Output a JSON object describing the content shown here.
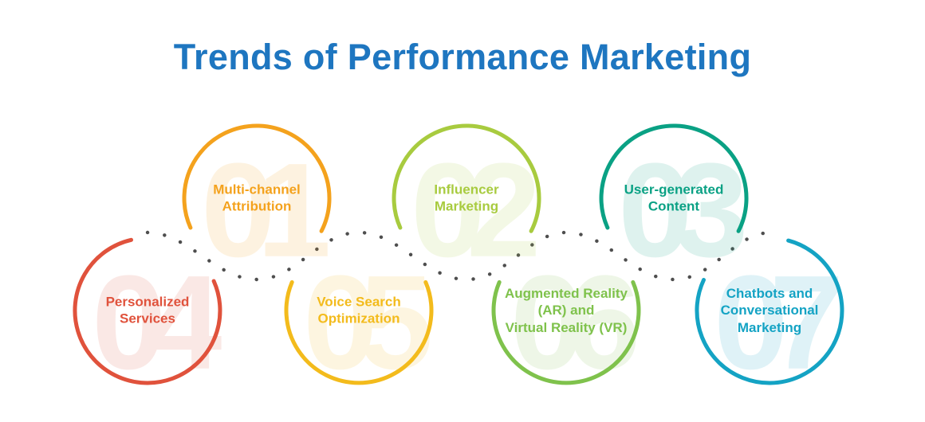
{
  "title": "Trends of Performance Marketing",
  "colors": {
    "title_text": "#1E76C0",
    "connector_dots": "#4E4E4E"
  },
  "trends": [
    {
      "number": "01",
      "label": "Multi-channel\nAttribution",
      "color": "#F4A21D"
    },
    {
      "number": "02",
      "label": "Influencer\nMarketing",
      "color": "#A8CB3F"
    },
    {
      "number": "03",
      "label": "User-generated\nContent",
      "color": "#0AA184"
    },
    {
      "number": "04",
      "label": "Personalized\nServices",
      "color": "#E0523C"
    },
    {
      "number": "05",
      "label": "Voice Search\nOptimization",
      "color": "#F3BB1C"
    },
    {
      "number": "06",
      "label": "Augmented Reality\n(AR) and\nVirtual Reality (VR)",
      "color": "#7FC24C"
    },
    {
      "number": "07",
      "label": "Chatbots and\nConversational\nMarketing",
      "color": "#14A3C4"
    }
  ]
}
